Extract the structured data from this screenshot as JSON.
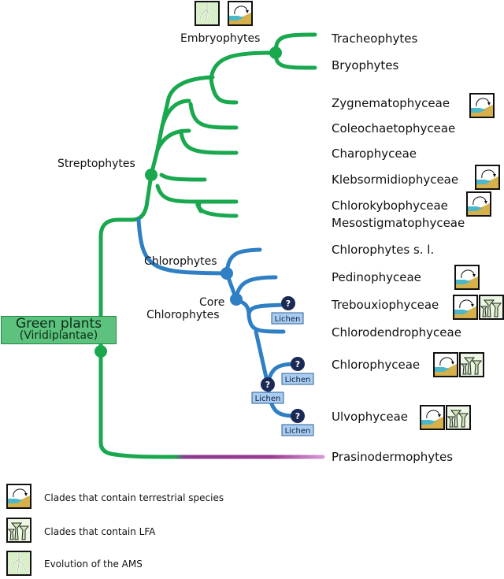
{
  "root": {
    "title": "Green plants",
    "subtitle": "(Viridiplantae)"
  },
  "clades": {
    "embryophytes": "Embryophytes",
    "streptophytes": "Streptophytes",
    "chlorophytes": "Chlorophytes",
    "core_chlorophytes_line1": "Core",
    "core_chlorophytes_line2": "Chlorophytes"
  },
  "taxa": [
    "Tracheophytes",
    "Bryophytes",
    "Zygnematophyceae",
    "Coleochaetophyceae",
    "Charophyceae",
    "Klebsormidiophyceae",
    "Chlorokybophyceae",
    "Mesostigmatophyceae",
    "Chlorophytes s. l.",
    "Pedinophyceae",
    "Trebouxiophyceae",
    "Chlorodendrophyceae",
    "Chlorophyceae",
    "Ulvophyceae",
    "Prasinodermophytes"
  ],
  "lichen": {
    "label": "Lichen",
    "mark": "?"
  },
  "legend": [
    {
      "icon": "terrestrial-icon",
      "text": "Clades that contain terrestrial species"
    },
    {
      "icon": "lfa-icon",
      "text": "Clades that contain LFA"
    },
    {
      "icon": "ams-icon",
      "text": "Evolution of the AMS"
    }
  ],
  "colors": {
    "streptophyte_green": "#1aa84f",
    "chlorophyte_blue": "#2e7fc4",
    "light_blue": "#9cc8ec",
    "prasino_purple": "#9a3a92",
    "node_navy": "#1b2a55",
    "root_box": "#5cc27d"
  }
}
